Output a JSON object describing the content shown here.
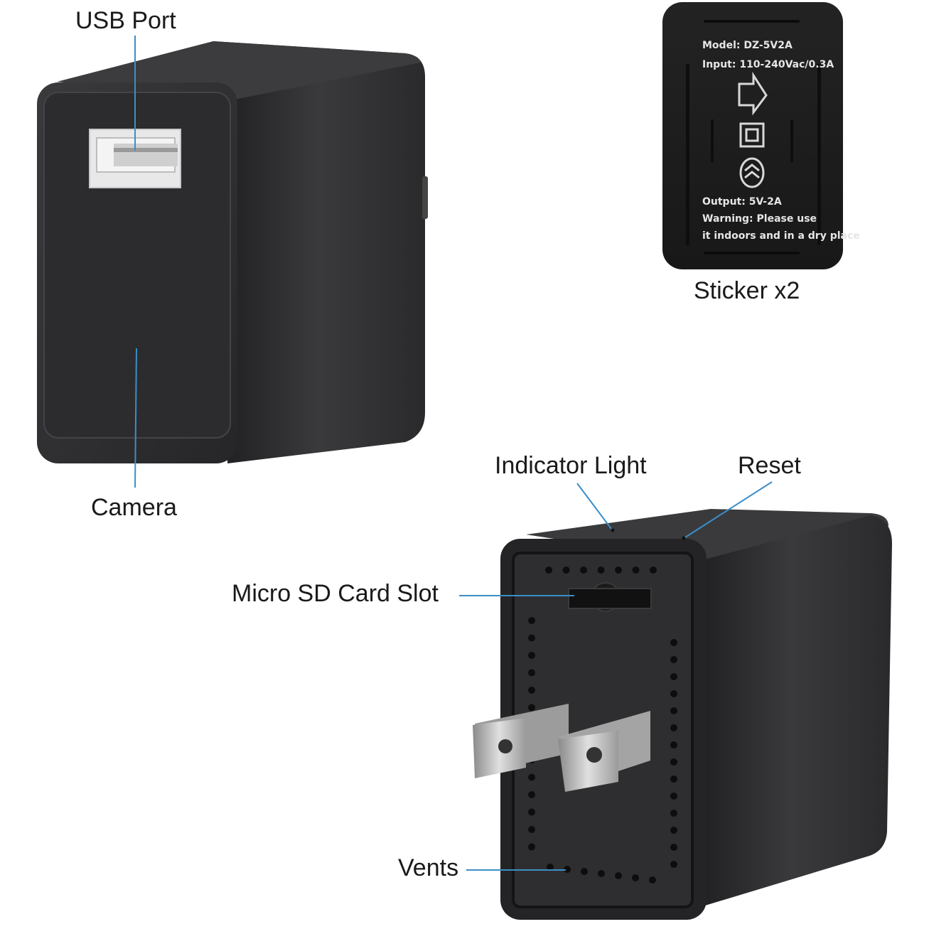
{
  "callouts": {
    "usb_port": "USB Port",
    "camera": "Camera",
    "sticker": "Sticker x2",
    "indicator_light": "Indicator Light",
    "reset": "Reset",
    "micro_sd": "Micro SD Card Slot",
    "vents": "Vents"
  },
  "sticker_label": {
    "model": "Model: DZ-5V2A",
    "input": "Input: 110-240Vac/0.3A",
    "output": "Output: 5V-2A",
    "warning_1": "Warning: Please use",
    "warning_2": "it indoors and in a dry place"
  },
  "colors": {
    "device_body": "#2a2a2c",
    "callout_line": "#3a8fc8",
    "sticker_body": "#1f1f1f"
  }
}
